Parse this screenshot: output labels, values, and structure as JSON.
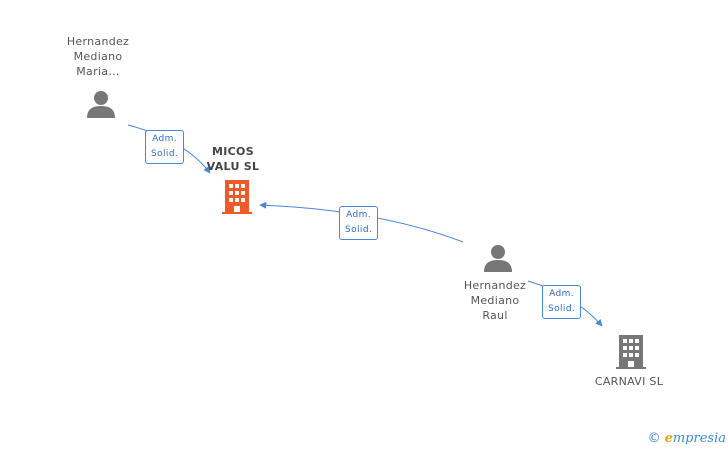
{
  "nodes": {
    "person_maria": {
      "lines": [
        "Hernandez",
        "Mediano",
        "Maria..."
      ]
    },
    "company_micos": {
      "lines": [
        "MICOS",
        "VALU SL"
      ]
    },
    "person_raul": {
      "lines": [
        "Hernandez",
        "Mediano",
        "Raul"
      ]
    },
    "company_carnavi": {
      "lines": [
        "CARNAVI SL"
      ]
    }
  },
  "edges": [
    {
      "lines": [
        "Adm.",
        "Solid."
      ]
    },
    {
      "lines": [
        "Adm.",
        "Solid."
      ]
    },
    {
      "lines": [
        "Adm.",
        "Solid."
      ]
    }
  ],
  "footer": {
    "copyright": "©",
    "brand_e": "e",
    "brand_rest": "mpresia"
  },
  "colors": {
    "person_icon": "#777777",
    "main_company_icon": "#f05a28",
    "company_icon": "#777777",
    "edge": "#4a86d6"
  }
}
